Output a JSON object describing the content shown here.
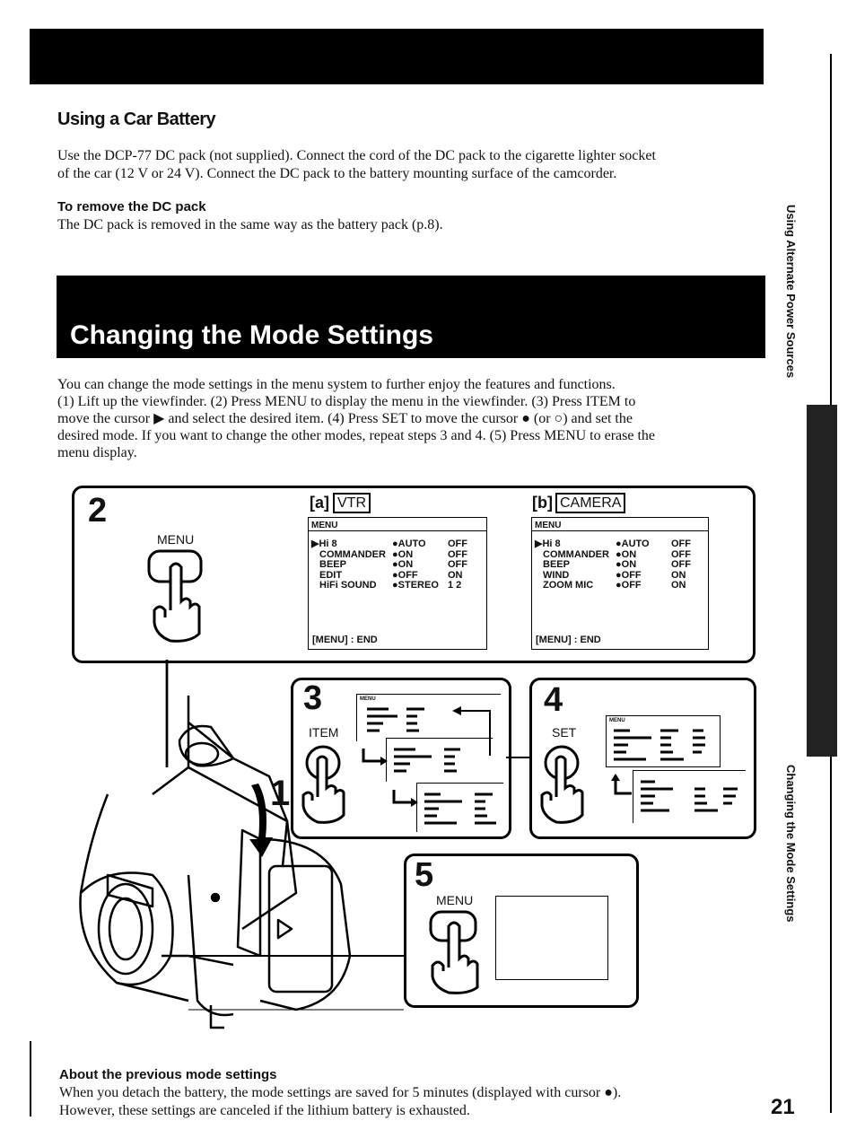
{
  "section1": {
    "title": "Using a Car Battery",
    "body1": "Use the DCP-77 DC pack (not supplied). Connect the cord of the DC pack to the cigarette lighter socket",
    "body2": "of the car (12 V or 24 V). Connect the DC pack to the battery mounting surface of the camcorder.",
    "sub_title": "To remove the DC pack",
    "sub_body": "The DC pack is removed in the same way as the battery pack (p.8)."
  },
  "section2": {
    "title": "Changing the Mode Settings",
    "intro_lines": [
      "You can change the mode settings in the menu system to further enjoy the features and functions.",
      "(1) Lift up the viewfinder. (2) Press MENU to display the menu in the viewfinder. (3) Press ITEM to",
      "move the cursor ▶ and select the desired item. (4) Press SET to move the cursor ● (or ○) and set the",
      "desired mode. If you want to change the other modes, repeat steps 3 and 4. (5) Press MENU to erase the",
      "menu display."
    ]
  },
  "sidebar": {
    "top": "Using Alternate Power Sources",
    "bottom": "Changing the Mode Settings"
  },
  "step2": {
    "number": "2",
    "button": "MENU",
    "vtr": {
      "label_prefix": "[a]",
      "label": "VTR",
      "header": "MENU",
      "rows": [
        [
          "▶Hi 8",
          "●AUTO",
          "OFF"
        ],
        [
          "COMMANDER",
          "●ON",
          "OFF"
        ],
        [
          "BEEP",
          "●ON",
          "OFF"
        ],
        [
          "EDIT",
          "●OFF",
          "ON"
        ],
        [
          "HiFi SOUND",
          "●STEREO",
          "1  2"
        ]
      ],
      "footer": "[MENU] : END"
    },
    "camera": {
      "label_prefix": "[b]",
      "label": "CAMERA",
      "header": "MENU",
      "rows": [
        [
          "▶Hi 8",
          "●AUTO",
          "OFF"
        ],
        [
          "COMMANDER",
          "●ON",
          "OFF"
        ],
        [
          "BEEP",
          "●ON",
          "OFF"
        ],
        [
          "WIND",
          "●OFF",
          "ON"
        ],
        [
          "ZOOM MIC",
          "●OFF",
          "ON"
        ]
      ],
      "footer": "[MENU] : END"
    }
  },
  "step3": {
    "number": "3",
    "button": "ITEM",
    "mini_header": "MENU"
  },
  "step4": {
    "number": "4",
    "button": "SET",
    "mini_header": "MENU"
  },
  "step5": {
    "number": "5",
    "button": "MENU"
  },
  "step1": {
    "number": "1"
  },
  "note": {
    "title": "About the previous mode settings",
    "line1": "When you detach the battery, the mode settings are saved for 5 minutes (displayed with cursor ●).",
    "line2": "However, these settings are canceled if the lithium battery is exhausted."
  },
  "page_number": "21"
}
